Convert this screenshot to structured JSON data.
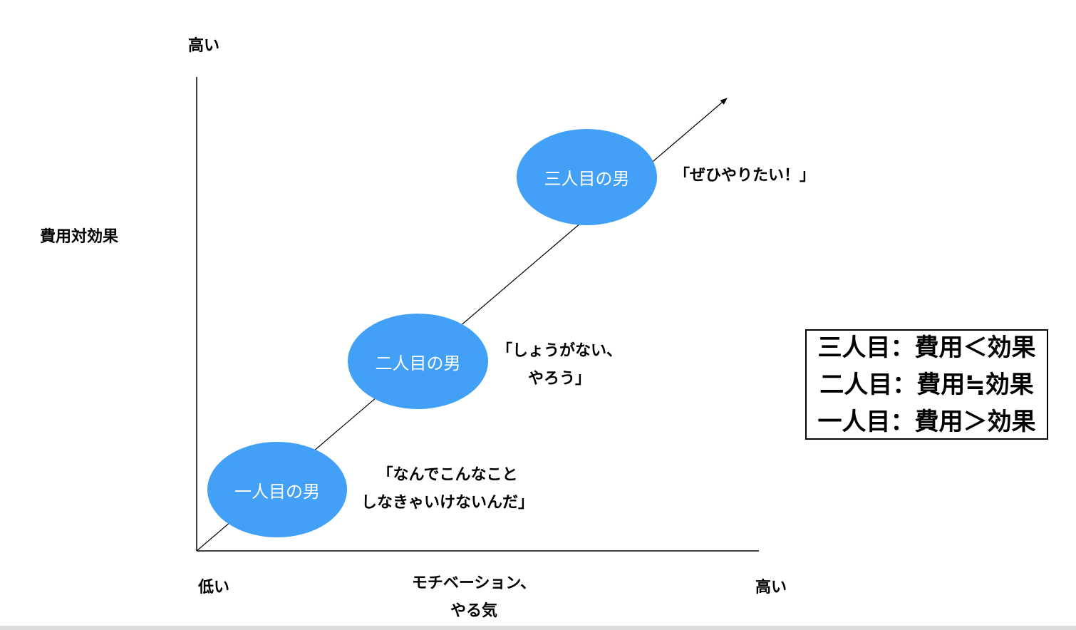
{
  "axes": {
    "y_label": "費用対効果",
    "y_high": "高い",
    "x_label": "モチベーション、\nやる気",
    "x_low": "低い",
    "x_high": "高い"
  },
  "nodes": [
    {
      "label": "一人目の男",
      "quote": "「なんでこんなこと\nしなきゃいけないんだ」"
    },
    {
      "label": "二人目の男",
      "quote": "「しょうがない、\nやろう」"
    },
    {
      "label": "三人目の男",
      "quote": "「ぜひやりたい！」"
    }
  ],
  "legend": [
    "三人目：費用＜効果",
    "二人目：費用≒効果",
    "一人目：費用＞効果"
  ],
  "colors": {
    "ellipse_fill": "#42a1f6",
    "ellipse_text": "#ffffff",
    "line": "#000000"
  }
}
